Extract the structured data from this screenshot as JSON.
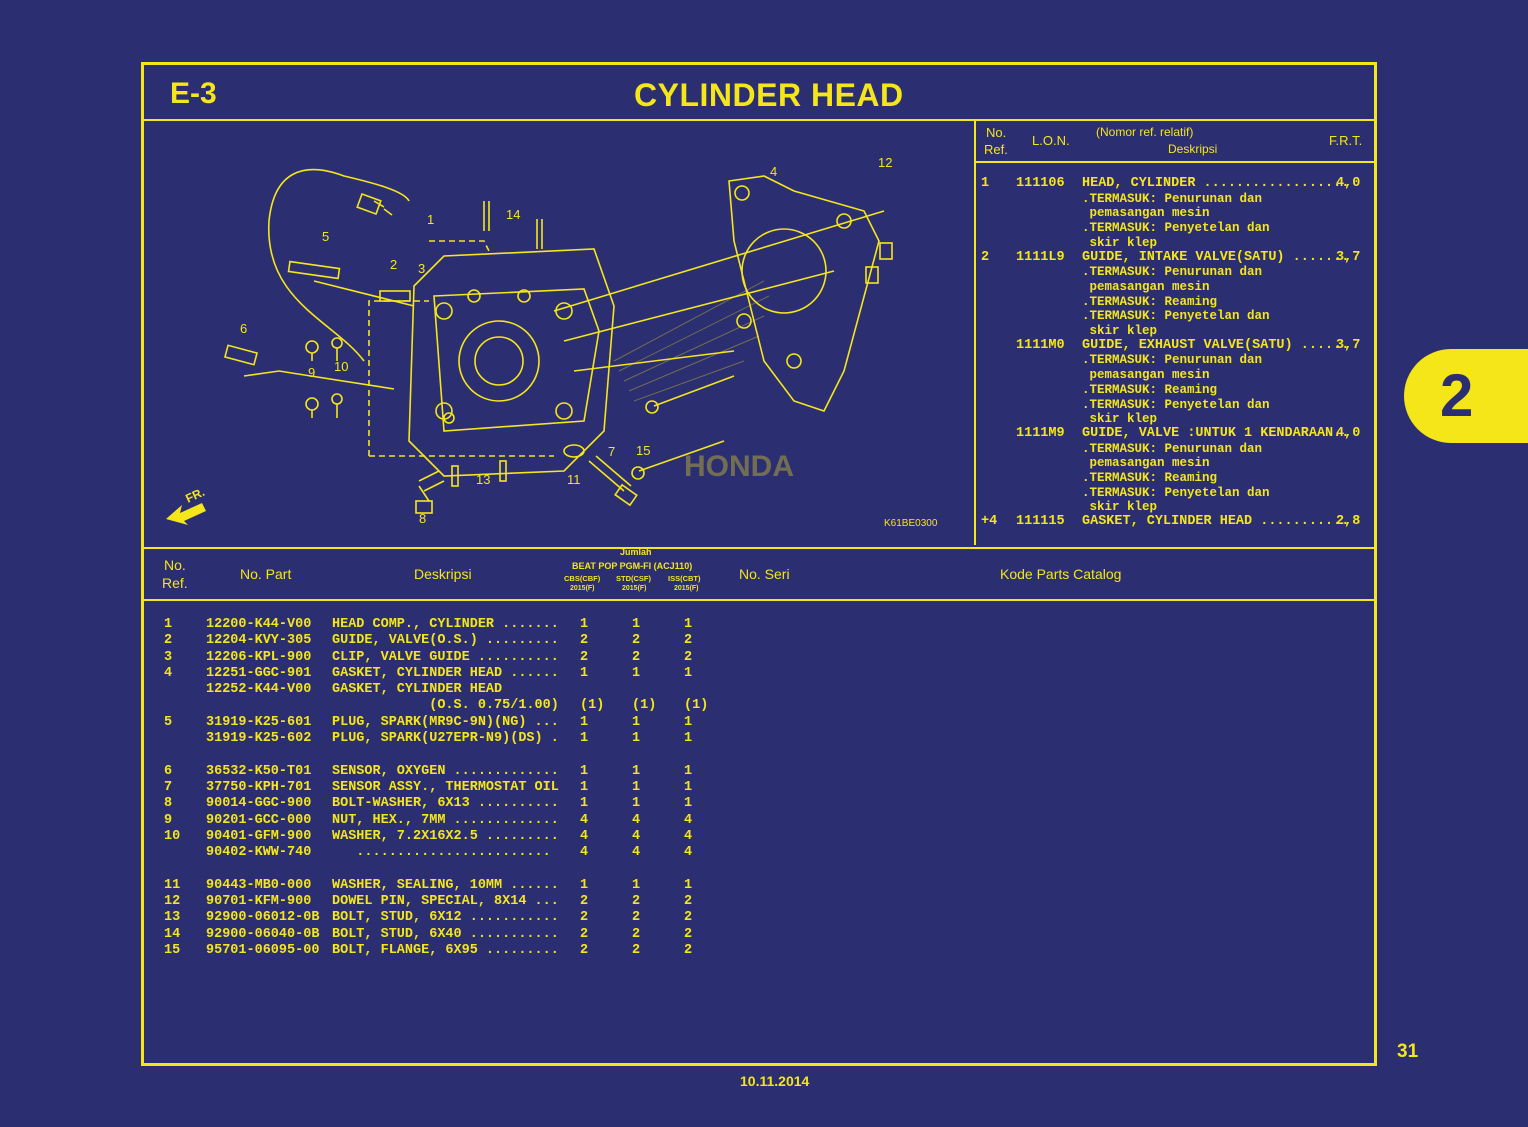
{
  "header": {
    "section": "E-3",
    "title": "CYLINDER HEAD"
  },
  "diagram": {
    "code": "K61BE0300",
    "fr_label": "FR.",
    "brand_watermark": "HONDA",
    "callouts": [
      "1",
      "2",
      "3",
      "4",
      "5",
      "6",
      "7",
      "8",
      "9",
      "10",
      "11",
      "12",
      "13",
      "14",
      "15"
    ]
  },
  "lon_panel": {
    "headers": {
      "no": "No.",
      "ref": "Ref.",
      "lon": "L.O.N.",
      "nomor": "(Nomor ref. relatif)",
      "deskripsi": "Deskripsi",
      "frt": "F.R.T."
    },
    "rows": [
      {
        "ref": "1",
        "code": "111106",
        "desc": "HEAD, CYLINDER ..................",
        "frt": "4,0",
        "notes": [
          ".TERMASUK: Penurunan dan",
          " pemasangan mesin",
          ".TERMASUK: Penyetelan dan",
          " skir klep"
        ]
      },
      {
        "ref": "2",
        "code": "1111L9",
        "desc": "GUIDE, INTAKE VALVE(SATU) .......",
        "frt": "3,7",
        "notes": [
          ".TERMASUK: Penurunan dan",
          " pemasangan mesin",
          ".TERMASUK: Reaming",
          ".TERMASUK: Penyetelan dan",
          " skir klep"
        ]
      },
      {
        "ref": "",
        "code": "1111M0",
        "desc": "GUIDE, EXHAUST VALVE(SATU) ......",
        "frt": "3,7",
        "notes": [
          ".TERMASUK: Penurunan dan",
          " pemasangan mesin",
          ".TERMASUK: Reaming",
          ".TERMASUK: Penyetelan dan",
          " skir klep"
        ]
      },
      {
        "ref": "",
        "code": "1111M9",
        "desc": "GUIDE, VALVE :UNTUK 1 KENDARAAN..",
        "frt": "4,0",
        "notes": [
          ".TERMASUK: Penurunan dan",
          " pemasangan mesin",
          ".TERMASUK: Reaming",
          ".TERMASUK: Penyetelan dan",
          " skir klep"
        ]
      },
      {
        "ref": "+4",
        "code": "111115",
        "desc": "GASKET, CYLINDER HEAD ...........",
        "frt": "2,8",
        "notes": []
      }
    ]
  },
  "table_header": {
    "no": "No.",
    "ref": "Ref.",
    "no_part": "No. Part",
    "deskripsi": "Deskripsi",
    "jumlah": "Jumlah",
    "model": "BEAT POP PGM-FI (ACJ110)",
    "cols": [
      "CBS(CBF)",
      "STD(CSF)",
      "ISS(CBT)"
    ],
    "years": [
      "2015(F)",
      "2015(F)",
      "2015(F)"
    ],
    "no_seri": "No. Seri",
    "kode": "Kode Parts Catalog"
  },
  "parts": [
    {
      "ref": "1",
      "part": "12200-K44-V00",
      "desc": "HEAD COMP., CYLINDER .......",
      "q1": "1",
      "q2": "1",
      "q3": "1"
    },
    {
      "ref": "2",
      "part": "12204-KVY-305",
      "desc": "GUIDE, VALVE(O.S.) .........",
      "q1": "2",
      "q2": "2",
      "q3": "2"
    },
    {
      "ref": "3",
      "part": "12206-KPL-900",
      "desc": "CLIP, VALVE GUIDE ..........",
      "q1": "2",
      "q2": "2",
      "q3": "2"
    },
    {
      "ref": "4",
      "part": "12251-GGC-901",
      "desc": "GASKET, CYLINDER HEAD ......",
      "q1": "1",
      "q2": "1",
      "q3": "1"
    },
    {
      "ref": "",
      "part": "12252-K44-V00",
      "desc": "GASKET, CYLINDER HEAD",
      "q1": "",
      "q2": "",
      "q3": ""
    },
    {
      "ref": "",
      "part": "",
      "desc": "            (O.S. 0.75/1.00)",
      "q1": "(1)",
      "q2": "(1)",
      "q3": "(1)"
    },
    {
      "ref": "5",
      "part": "31919-K25-601",
      "desc": "PLUG, SPARK(MR9C-9N)(NG) ...",
      "q1": "1",
      "q2": "1",
      "q3": "1"
    },
    {
      "ref": "",
      "part": "31919-K25-602",
      "desc": "PLUG, SPARK(U27EPR-N9)(DS) .",
      "q1": "1",
      "q2": "1",
      "q3": "1"
    },
    {
      "ref": "",
      "part": "",
      "desc": "",
      "q1": "",
      "q2": "",
      "q3": ""
    },
    {
      "ref": "6",
      "part": "36532-K50-T01",
      "desc": "SENSOR, OXYGEN .............",
      "q1": "1",
      "q2": "1",
      "q3": "1"
    },
    {
      "ref": "7",
      "part": "37750-KPH-701",
      "desc": "SENSOR ASSY., THERMOSTAT OIL",
      "q1": "1",
      "q2": "1",
      "q3": "1"
    },
    {
      "ref": "8",
      "part": "90014-GGC-900",
      "desc": "BOLT-WASHER, 6X13 ..........",
      "q1": "1",
      "q2": "1",
      "q3": "1"
    },
    {
      "ref": "9",
      "part": "90201-GCC-000",
      "desc": "NUT, HEX., 7MM .............",
      "q1": "4",
      "q2": "4",
      "q3": "4"
    },
    {
      "ref": "10",
      "part": "90401-GFM-900",
      "desc": "WASHER, 7.2X16X2.5 .........",
      "q1": "4",
      "q2": "4",
      "q3": "4"
    },
    {
      "ref": "",
      "part": "90402-KWW-740",
      "desc": "   ........................",
      "q1": "4",
      "q2": "4",
      "q3": "4"
    },
    {
      "ref": "",
      "part": "",
      "desc": "",
      "q1": "",
      "q2": "",
      "q3": ""
    },
    {
      "ref": "11",
      "part": "90443-MB0-000",
      "desc": "WASHER, SEALING, 10MM ......",
      "q1": "1",
      "q2": "1",
      "q3": "1"
    },
    {
      "ref": "12",
      "part": "90701-KFM-900",
      "desc": "DOWEL PIN, SPECIAL, 8X14 ...",
      "q1": "2",
      "q2": "2",
      "q3": "2"
    },
    {
      "ref": "13",
      "part": "92900-06012-0B",
      "desc": "BOLT, STUD, 6X12 ...........",
      "q1": "2",
      "q2": "2",
      "q3": "2"
    },
    {
      "ref": "14",
      "part": "92900-06040-0B",
      "desc": "BOLT, STUD, 6X40 ...........",
      "q1": "2",
      "q2": "2",
      "q3": "2"
    },
    {
      "ref": "15",
      "part": "95701-06095-00",
      "desc": "BOLT, FLANGE, 6X95 .........",
      "q1": "2",
      "q2": "2",
      "q3": "2"
    }
  ],
  "side_tab": "2",
  "page_number": "31",
  "date": "10.11.2014",
  "colors": {
    "background": "#2b2f72",
    "accent": "#f5e61a"
  }
}
